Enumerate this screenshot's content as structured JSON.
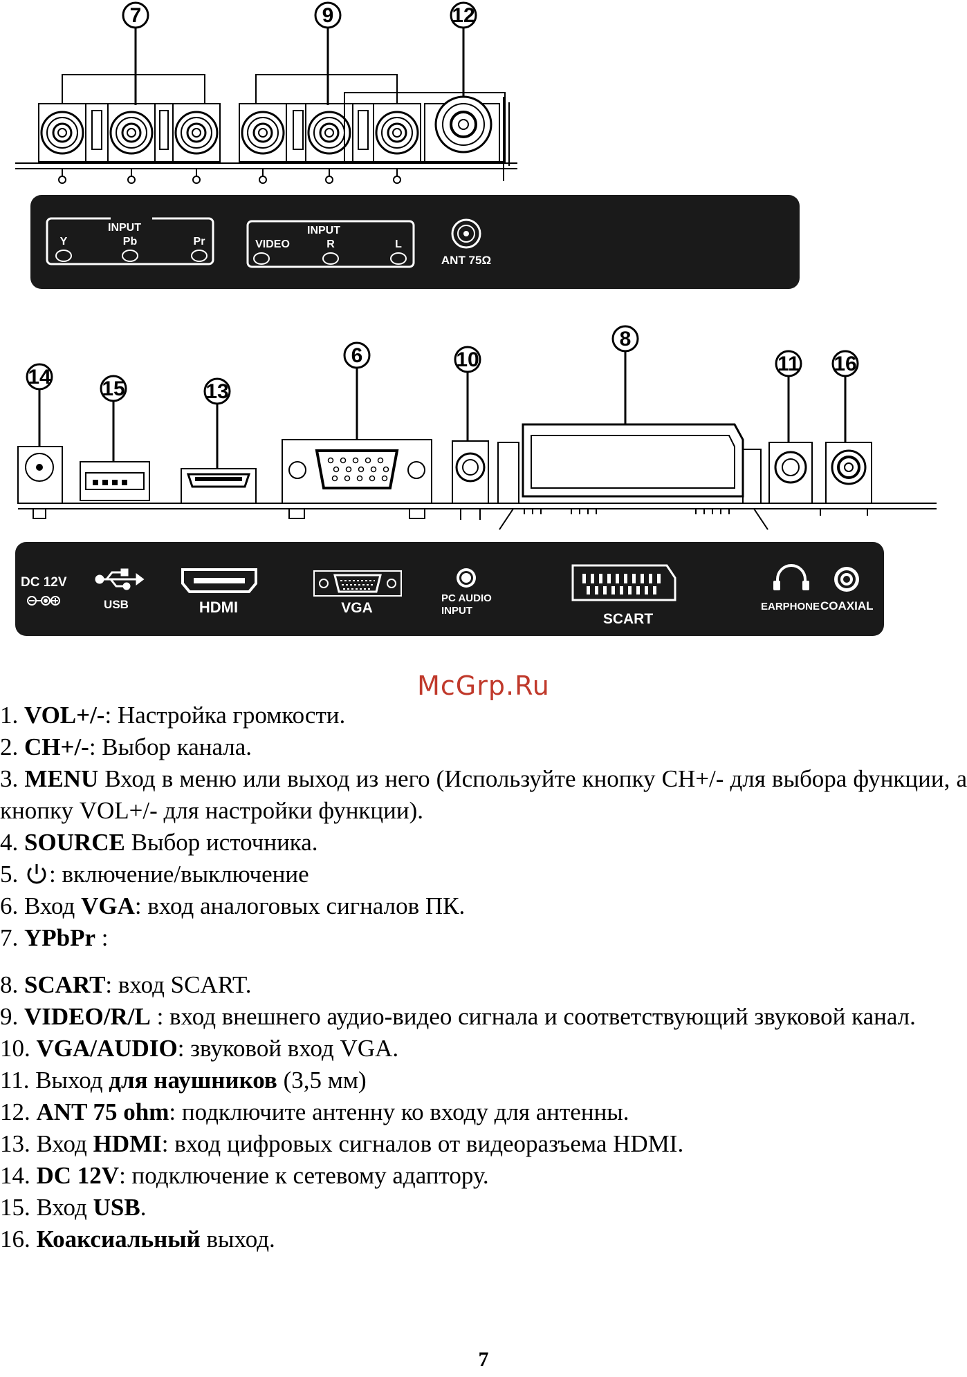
{
  "top_panel": {
    "callouts": [
      "7",
      "9",
      "12"
    ],
    "ypbpr_group": {
      "title": "INPUT",
      "labels": [
        "Y",
        "Pb",
        "Pr"
      ]
    },
    "av_group": {
      "title": "INPUT",
      "labels": [
        "VIDEO",
        "R",
        "L"
      ]
    },
    "antenna_label": "ANT 75Ω"
  },
  "bottom_panel": {
    "callouts": [
      "14",
      "15",
      "13",
      "6",
      "10",
      "8",
      "11",
      "16"
    ],
    "dc_label": "DC  12V",
    "usb_label": "USB",
    "hdmi_label": "HDMI",
    "vga_label": "VGA",
    "pc_audio_label_1": "PC AUDIO",
    "pc_audio_label_2": "INPUT",
    "scart_label": "SCART",
    "earphone_label": "EARPHONE",
    "coaxial_label": "COAXIAL"
  },
  "watermark": "McGrp.Ru",
  "legend": {
    "l1": {
      "n": "1. ",
      "b": "VOL+/-",
      "t": ": Настройка громкости."
    },
    "l2": {
      "n": "2. ",
      "b": "CH+/-",
      "t": ": Выбор канала."
    },
    "l3": {
      "n": "3. ",
      "b": "MENU",
      "t": " Вход в меню или выход из него (Используйте кнопку CH+/- для выбора функции, а кнопку VOL+/- для настройки функции)."
    },
    "l4": {
      "n": "4. ",
      "b": "SOURCE",
      "t": " Выбор источника."
    },
    "l5": {
      "n": "5. ",
      "t": ": включение/выключение"
    },
    "l6": {
      "n": "6. Вход ",
      "b": "VGA",
      "t": ": вход аналоговых сигналов ПК."
    },
    "l7": {
      "n": "7. ",
      "b": "YPbPr",
      "t": " :"
    },
    "l8": {
      "n": "8. ",
      "b": "SCART",
      "t": ": вход SCART."
    },
    "l9": {
      "n": "9. ",
      "b": "VIDEO/R/L",
      "t": " : вход внешнего аудио-видео сигнала и соответствующий звуковой канал."
    },
    "l10": {
      "n": "10. ",
      "b": "VGA/AUDIO",
      "t": ": звуковой вход VGA."
    },
    "l11": {
      "n": "11. Выход ",
      "b": "для наушников",
      "t": " (3,5 мм)"
    },
    "l12": {
      "n": "12. ",
      "b": "ANT 75 ohm",
      "t": ": подключите антенну ко входу для антенны."
    },
    "l13": {
      "n": "13. Вход ",
      "b": "HDMI",
      "t": ": вход цифровых сигналов от видеоразъема HDMI."
    },
    "l14": {
      "n": "14. ",
      "b": "DC 12V",
      "t": ": подключение к сетевому адаптору."
    },
    "l15": {
      "n": "15. Вход ",
      "b": "USB",
      "t": "."
    },
    "l16": {
      "n": "16. ",
      "b": "Коаксиальный",
      "t": " выход."
    }
  },
  "page_number": "7"
}
